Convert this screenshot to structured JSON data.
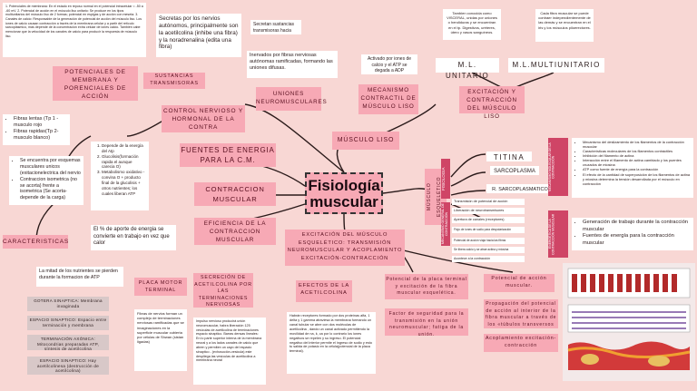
{
  "title": "Fisiología muscular",
  "muscle_smooth": "MÚSCULO LISO",
  "muscle_skeletal": "MÚSCULO ESQUELÉTICO",
  "top_left_note": "1. Potenciales de membrana: En el estado en reposo normal en el potencial intracelular = -50 a -60 mV. 2. Potencial de acción en el músculo liso unitario: Se produce en los tipos multiunitarios del músculo liso de 2 formas; potencial en espigas y de acción con meseta. 3. Canales de calcio: Responsable de la generación de potencial de acción del músculo liso. Los iones de calcio causan contracción a través de la membrana celular y a partir del retículo sarcoplásmico, más depende de la concentración extra celular de iones calcio. También cabe mencionar que la velocidad de los canales de calcio para producir la respuesta de músculo liso.",
  "potentials": "POTENCIALES DE MEMBRANA Y PORENCIALES DE ACCIÓN",
  "fibers_list": [
    "Fibras lentas (Tp 1 - musculo rojo",
    "Fibras rapidas(Tp 2- musculo blanco)"
  ],
  "contraction_types": [
    "Se encuentra por esquemas musculares unicos (exitacionelectrica del nervio",
    "Contraccion isometrica (no se acorta) frente a isometrica (Se acorta- depende de la carga)"
  ],
  "characteristics": "CARACTERISTICAS",
  "nutrients_note": "La mitad de los nutrientes se pierden durante la formacion de ATP",
  "gray_items": [
    "GOTERA SINAPTICA: Membrana invaginada",
    "ESPACIO SINAPTICO: Espacio entre terminación y membrana",
    "TERMINACIÓN AXÓNICA: Mitocondrias preparadas ATP, síntesis de acetilcolina",
    "ESPACIO SINAPTICO: Hay acetilcolinesa (destrucción de acetilcolina)"
  ],
  "plate": "PLACA MOTOR TERMINAL",
  "plate_note": "Fibras de nervios forman un complejo de terminaciones nerviosas ramificadas que se invaginaciones en la superficie muscular cubierta por células de Shwan (sistan ligadas)",
  "secretion": "SECRECIÓN DE ACETILCOLINA POR LAS TERMINACIONES NERVIOSAS",
  "secretion_note": "Impulso nervioso producirá unión neuromuscular, habra liberación 125 vesículas de acetilcolina de terminaciones espacio sinaptico. Barras densas lineales: En lo parte superior interna de la membrana neural y a los lados canales de calcio que abren y permiten un cayo del espacio sinaptico - (exhosoción-vesicula) este despliega las vesículas de acetilcolina a membrana neural",
  "energy_sources": "FUENTES DE ENERGIA PARA LA C.M.",
  "energy_list": [
    "Depende de la energía del Atp",
    "Glucolisis(formación rapida el aunque carecia O)",
    "Metabolismo oxidativo - convina O + producto final de la glucolisis + otros nutrientes; los cuales liberan ATP"
  ],
  "contraction": "CONTRACCION MUSCULAR",
  "efficiency": "EFICIENCIA DE LA CONTRACCION MUSCULAR",
  "efficiency_note": "El % de aporte de energia se convierte en trabajo en vez que calor",
  "secreta": "Secretas por los nervios autónomos, principalmente son la acetilcolina (inhibe una fibra) y la noradrenalina (edita una fibra)",
  "transmitters": "Secretan sustancias transmisoras hacia",
  "substances": "SUSTANCIAS TRANSMISORAS",
  "nervous_control": "CONTROL NERVIOSO Y HORMONAL DE LA CONTRA",
  "innervated": "Inervados por fibras nerviosas autónomas ramificadas, formando las uniones difusas.",
  "junctions": "UNIONES NEUROMUSCULARES",
  "activated": "Activado por iones de calcio y el ATP se degada a ADP",
  "mechanism": "MECANISMO CONTRACTIL DE MÚSCULO LISO",
  "unitary_note": "Tambien conocida como VISCERAL, unidas por uniones o hendiduras y se encuentran en el tp. Digestivos, uréteres, útero y vasos sanguíneos.",
  "multi_note": "Cada fibra muscular se puede contraer independientemente de las demás y se encuentran en el iris y los músculos piloerectores.",
  "unitary": "M.L. UNITARIO",
  "multiunitary": "M.L.MULTIUNITARIO",
  "excitation": "EXCITACIÓN Y CONTRACCIÓN DEL MÚSCULO LISO",
  "fisiologia": "FISIOLOGIA",
  "titina": "TITINA",
  "sarcoplasma": "SARCOPLASMA",
  "reticulum": "R. SARCOPLASMATICO",
  "mech_general": "MECANISMO GENERAL DE CONTRACCIÓN",
  "mech_steps": [
    "Transmisión de potencial de acción",
    "Liberación de neurotransmisores",
    "Apertura de canales (receptores)",
    "Flujo de iones de sodio para despolarización",
    "Potencial de acción viaja hacia las fibras",
    "Se libera calcio y se atrae actina y miosina",
    "Acontece a la contracción"
  ],
  "molecular_label": "MECANISMO MOLECULAR DE LA CONTRACCIÓN",
  "molecular_list": [
    "Mecanismo del deslizamiento de los filamentos de la contracción muscular",
    "Características moleculares de los filamentos contráctiles",
    "Inhibición del filamento de actina",
    "Interacción entre el filamento de actina cambiado y los puentes cruzados de miosina",
    "ATP como fuente de energía para la contracción",
    "El efecto de la cantidad de superposición de los filamentos de actina y miosina determina la tensión desarrollada por el músculo en contracción"
  ],
  "energetics_label": "ENERGÉTICA DE LA CONTRACCIÓN MUSCULAR",
  "energetics_list": [
    "Generación de trabajo durante la contracción muscular",
    "Fuentes de energía para la contracción muscular"
  ],
  "exc_skeletal": "EXCITACIÓN DEL MÚSCULO ESQUELÉTICO: TRANSMISIÓN NEUROMUSCULAR Y ACOPLAMIENTO EXCITACIÓN-CONTRACCIÓN",
  "effects": "EFECTOS DE LA ACETILCOLINA",
  "effects_note": "Habrán receptores formado por dos proteínas alfa, 1 delta y 1 gamma atraviesa la membrana formando un canal tubular se abre con dos moléculas de acetilcolina , dando un canal activado permitiendo la movilidad de na, k, ca por lo contrario los iones negativos se repelen y su ingreso. El potencial negativo del interior permite el ingreso de sodio y esto tu salida de potasio en la célula(potencial de la placa terminal).",
  "plate_potential": "Potencial de la placa terminal y excitación de la fibra muscular esquelética.",
  "safety": "Factor de seguridad para la transmisión en la unión neuromuscular; fatiga de la unión.",
  "action_potential": "Potencial de acción muscular.",
  "propagation": "Propagación del potencial de acción al interior de la fibra muscular a través de los «túbulos transversos",
  "coupling": "Acoplamiento excitación-contracción"
}
